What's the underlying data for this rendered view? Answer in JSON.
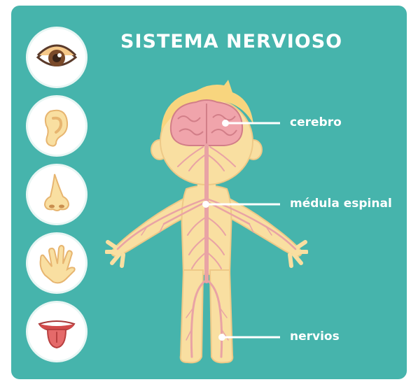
{
  "title": "SISTEMA NERVIOSO",
  "senses": [
    {
      "name": "eye-icon"
    },
    {
      "name": "ear-icon"
    },
    {
      "name": "nose-icon"
    },
    {
      "name": "hand-icon"
    },
    {
      "name": "tongue-icon"
    }
  ],
  "labels": {
    "brain": "cerebro",
    "spine": "médula espinal",
    "nerves": "nervios"
  },
  "colors": {
    "background": "#46b4ac",
    "skin": "#f9dfa1",
    "hair": "#f8d57e",
    "nerve": "#e9a3a5",
    "brain": "#f0a4ab"
  }
}
